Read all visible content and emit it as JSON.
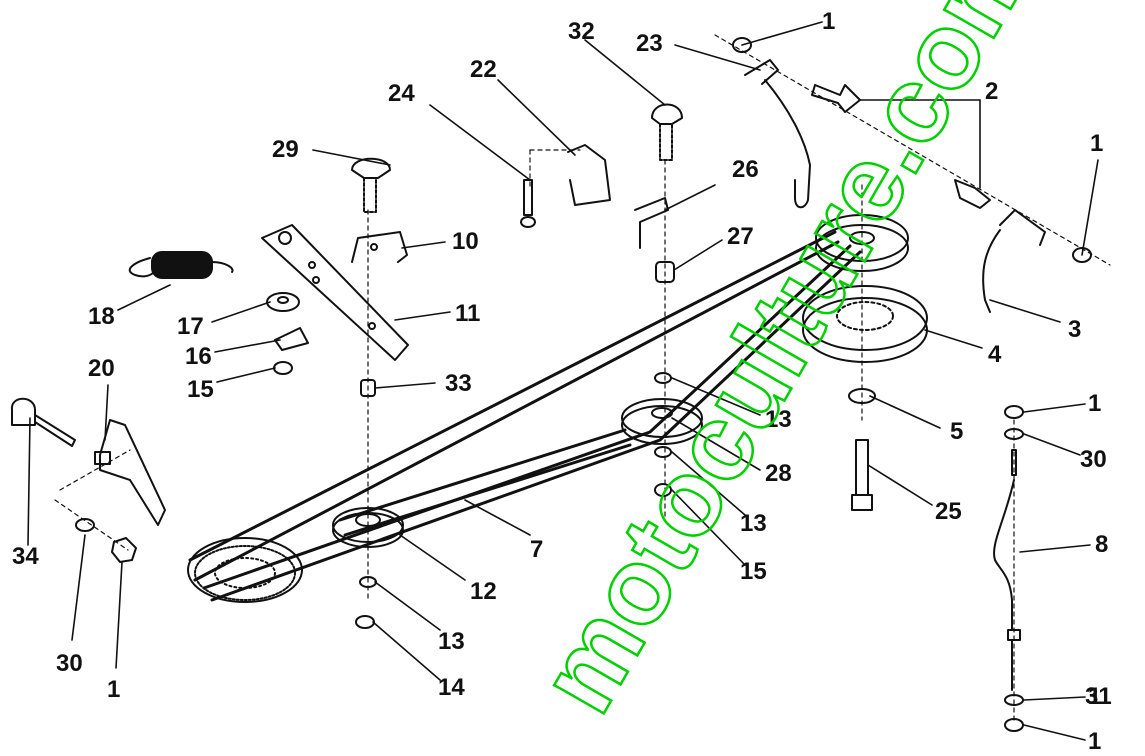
{
  "colors": {
    "ink": "#111111",
    "watermark": "#00d000",
    "background": "#ffffff"
  },
  "watermark_text": "motoculture.com",
  "callouts": {
    "c1": "1",
    "c2": "1",
    "c3": "1",
    "c4": "1",
    "c5": "1",
    "c6": "1",
    "c7": "2",
    "c8": "3",
    "c9": "4",
    "c10": "5",
    "c11": "7",
    "c12": "8",
    "c13": "10",
    "c14": "11",
    "c15": "12",
    "c16": "13",
    "c17": "13",
    "c18": "13",
    "c19": "14",
    "c20": "15",
    "c21": "15",
    "c22": "16",
    "c23": "17",
    "c24": "18",
    "c25": "20",
    "c26": "22",
    "c27": "23",
    "c28": "24",
    "c29": "25",
    "c30": "26",
    "c31": "27",
    "c32": "28",
    "c33": "29",
    "c34": "30",
    "c35": "30",
    "c36": "31",
    "c37": "32",
    "c38": "33",
    "c39": "34"
  }
}
